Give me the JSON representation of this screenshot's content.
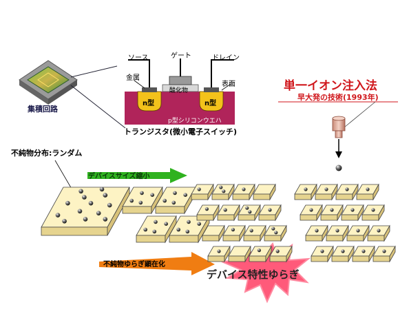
{
  "chip": {
    "caption": "集積回路"
  },
  "transistor": {
    "gate": "ゲート",
    "source": "ソース",
    "drain": "ドレイン",
    "metal": "金属",
    "surface": "表面",
    "oxide": "酸化物",
    "n_region": "n型",
    "substrate": "p型シリコンウエハ",
    "caption": "トランジスタ(微小電子スイッチ)"
  },
  "ion_method": {
    "title": "単一イオン注入法",
    "subtitle": "早大発の技術(1993年)"
  },
  "impurity_label": "不純物分布:ランダム",
  "shrink_label": "デバイスサイズ縮小",
  "emerge_label": "不純物ゆらぎ顕在化",
  "fluctuation_label": "デバイス特性ゆらぎ",
  "colors": {
    "substrate": "#b0245a",
    "n_region": "#f3c21b",
    "gate_metal": "#b8b8b8",
    "block_top": "#fdf3c4",
    "block_side": "#e6d48f",
    "green_arrow": "#2fb21f",
    "orange_arrow": "#f07d12",
    "burst": "#ff5a7a",
    "title": "#d0161b"
  }
}
